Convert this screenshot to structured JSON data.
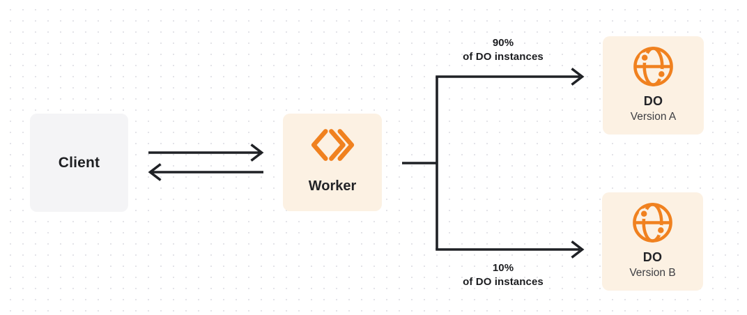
{
  "diagram": {
    "nodes": {
      "client": {
        "label": "Client"
      },
      "worker": {
        "label": "Worker",
        "icon": "cloudflare-workers-icon"
      },
      "do_version_a": {
        "title": "DO",
        "subtitle": "Version A",
        "icon": "durable-object-globe-icon"
      },
      "do_version_b": {
        "title": "DO",
        "subtitle": "Version B",
        "icon": "durable-object-globe-icon"
      }
    },
    "edge_labels": {
      "top_branch": {
        "line1": "90%",
        "line2": "of DO instances"
      },
      "bottom_branch": {
        "line1": "10%",
        "line2": "of DO instances"
      }
    },
    "colors": {
      "accent_orange": "#f0811f",
      "node_cream": "#fcf1e3",
      "node_gray": "#f4f4f6",
      "connector_dark": "#1f2125",
      "background": "#ffffff",
      "dot_grid": "#e3e3e8"
    }
  }
}
